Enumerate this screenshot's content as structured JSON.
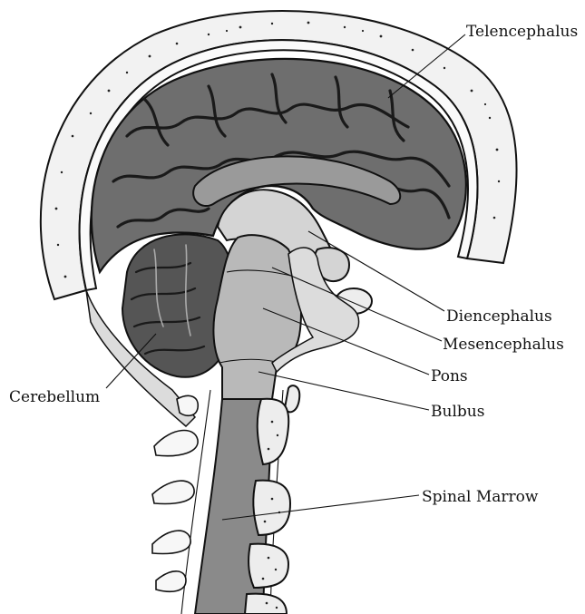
{
  "labels": {
    "telencephalus": "Telencephalus",
    "diencephalus": "Diencephalus",
    "mesencephalus": "Mesencephalus",
    "pons": "Pons",
    "bulbus": "Bulbus",
    "spinal_marrow": "Spinal Marrow",
    "cerebellum": "Cerebellum"
  },
  "colors": {
    "cerebrum": "#6e6e6e",
    "cerebellum": "#555555",
    "brainstem": "#b9b9b9",
    "spinal_cord": "#8a8a8a",
    "skull": "#f2f2f2"
  }
}
